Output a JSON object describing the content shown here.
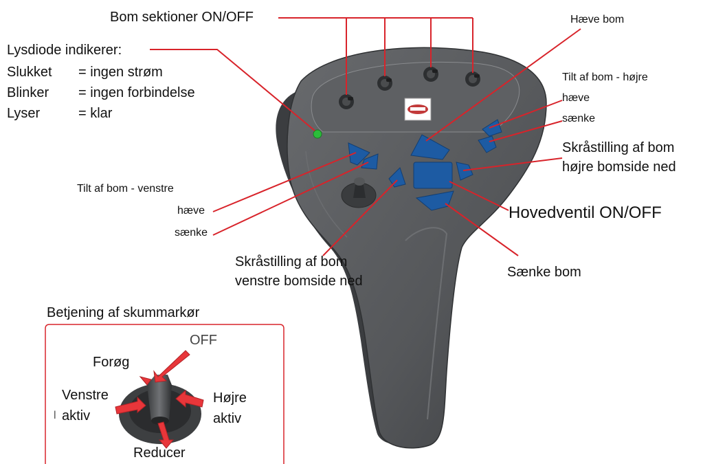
{
  "colors": {
    "leader": "#d8232a",
    "body": "#545659",
    "body_dark": "#3a3c3f",
    "button_blue": "#1d5ba3",
    "led_green": "#2bbd3a",
    "arrow_red": "#e8363a"
  },
  "labels": {
    "bom_sektioner": "Bom sektioner ON/OFF",
    "haeve_bom": "Hæve bom",
    "lysdiode_title": "Lysdiode indikerer:",
    "led_states": [
      {
        "state": "Slukket",
        "meaning": "= ingen strøm"
      },
      {
        "state": "Blinker",
        "meaning": "= ingen forbindelse"
      },
      {
        "state": "Lyser",
        "meaning": "= klar"
      }
    ],
    "tilt_right_title": "Tilt af bom - højre",
    "tilt_right_up": "hæve",
    "tilt_right_down": "sænke",
    "skraa_right_1": "Skråstilling af bom",
    "skraa_right_2": "højre bomside ned",
    "tilt_left_title": "Tilt af bom - venstre",
    "tilt_left_up": "hæve",
    "tilt_left_down": "sænke",
    "hovedventil": "Hovedventil ON/OFF",
    "skraa_left_1": "Skråstilling af bom",
    "skraa_left_2": "venstre bomside ned",
    "saenke_bom": "Sænke bom"
  },
  "foam": {
    "title": "Betjening af skummarkør",
    "off": "OFF",
    "foroeg": "Forøg",
    "venstre_1": "Venstre",
    "venstre_2": "aktiv",
    "hoejre_1": "Højre",
    "hoejre_2": "aktiv",
    "reducer": "Reducer",
    "stray_mark": "l"
  },
  "icons": [
    "joystick-handle",
    "toggle-switch-icon",
    "led-icon",
    "logo-badge-icon",
    "mini-joystick-icon",
    "rotary-knob-icon",
    "direction-arrow-icon"
  ]
}
